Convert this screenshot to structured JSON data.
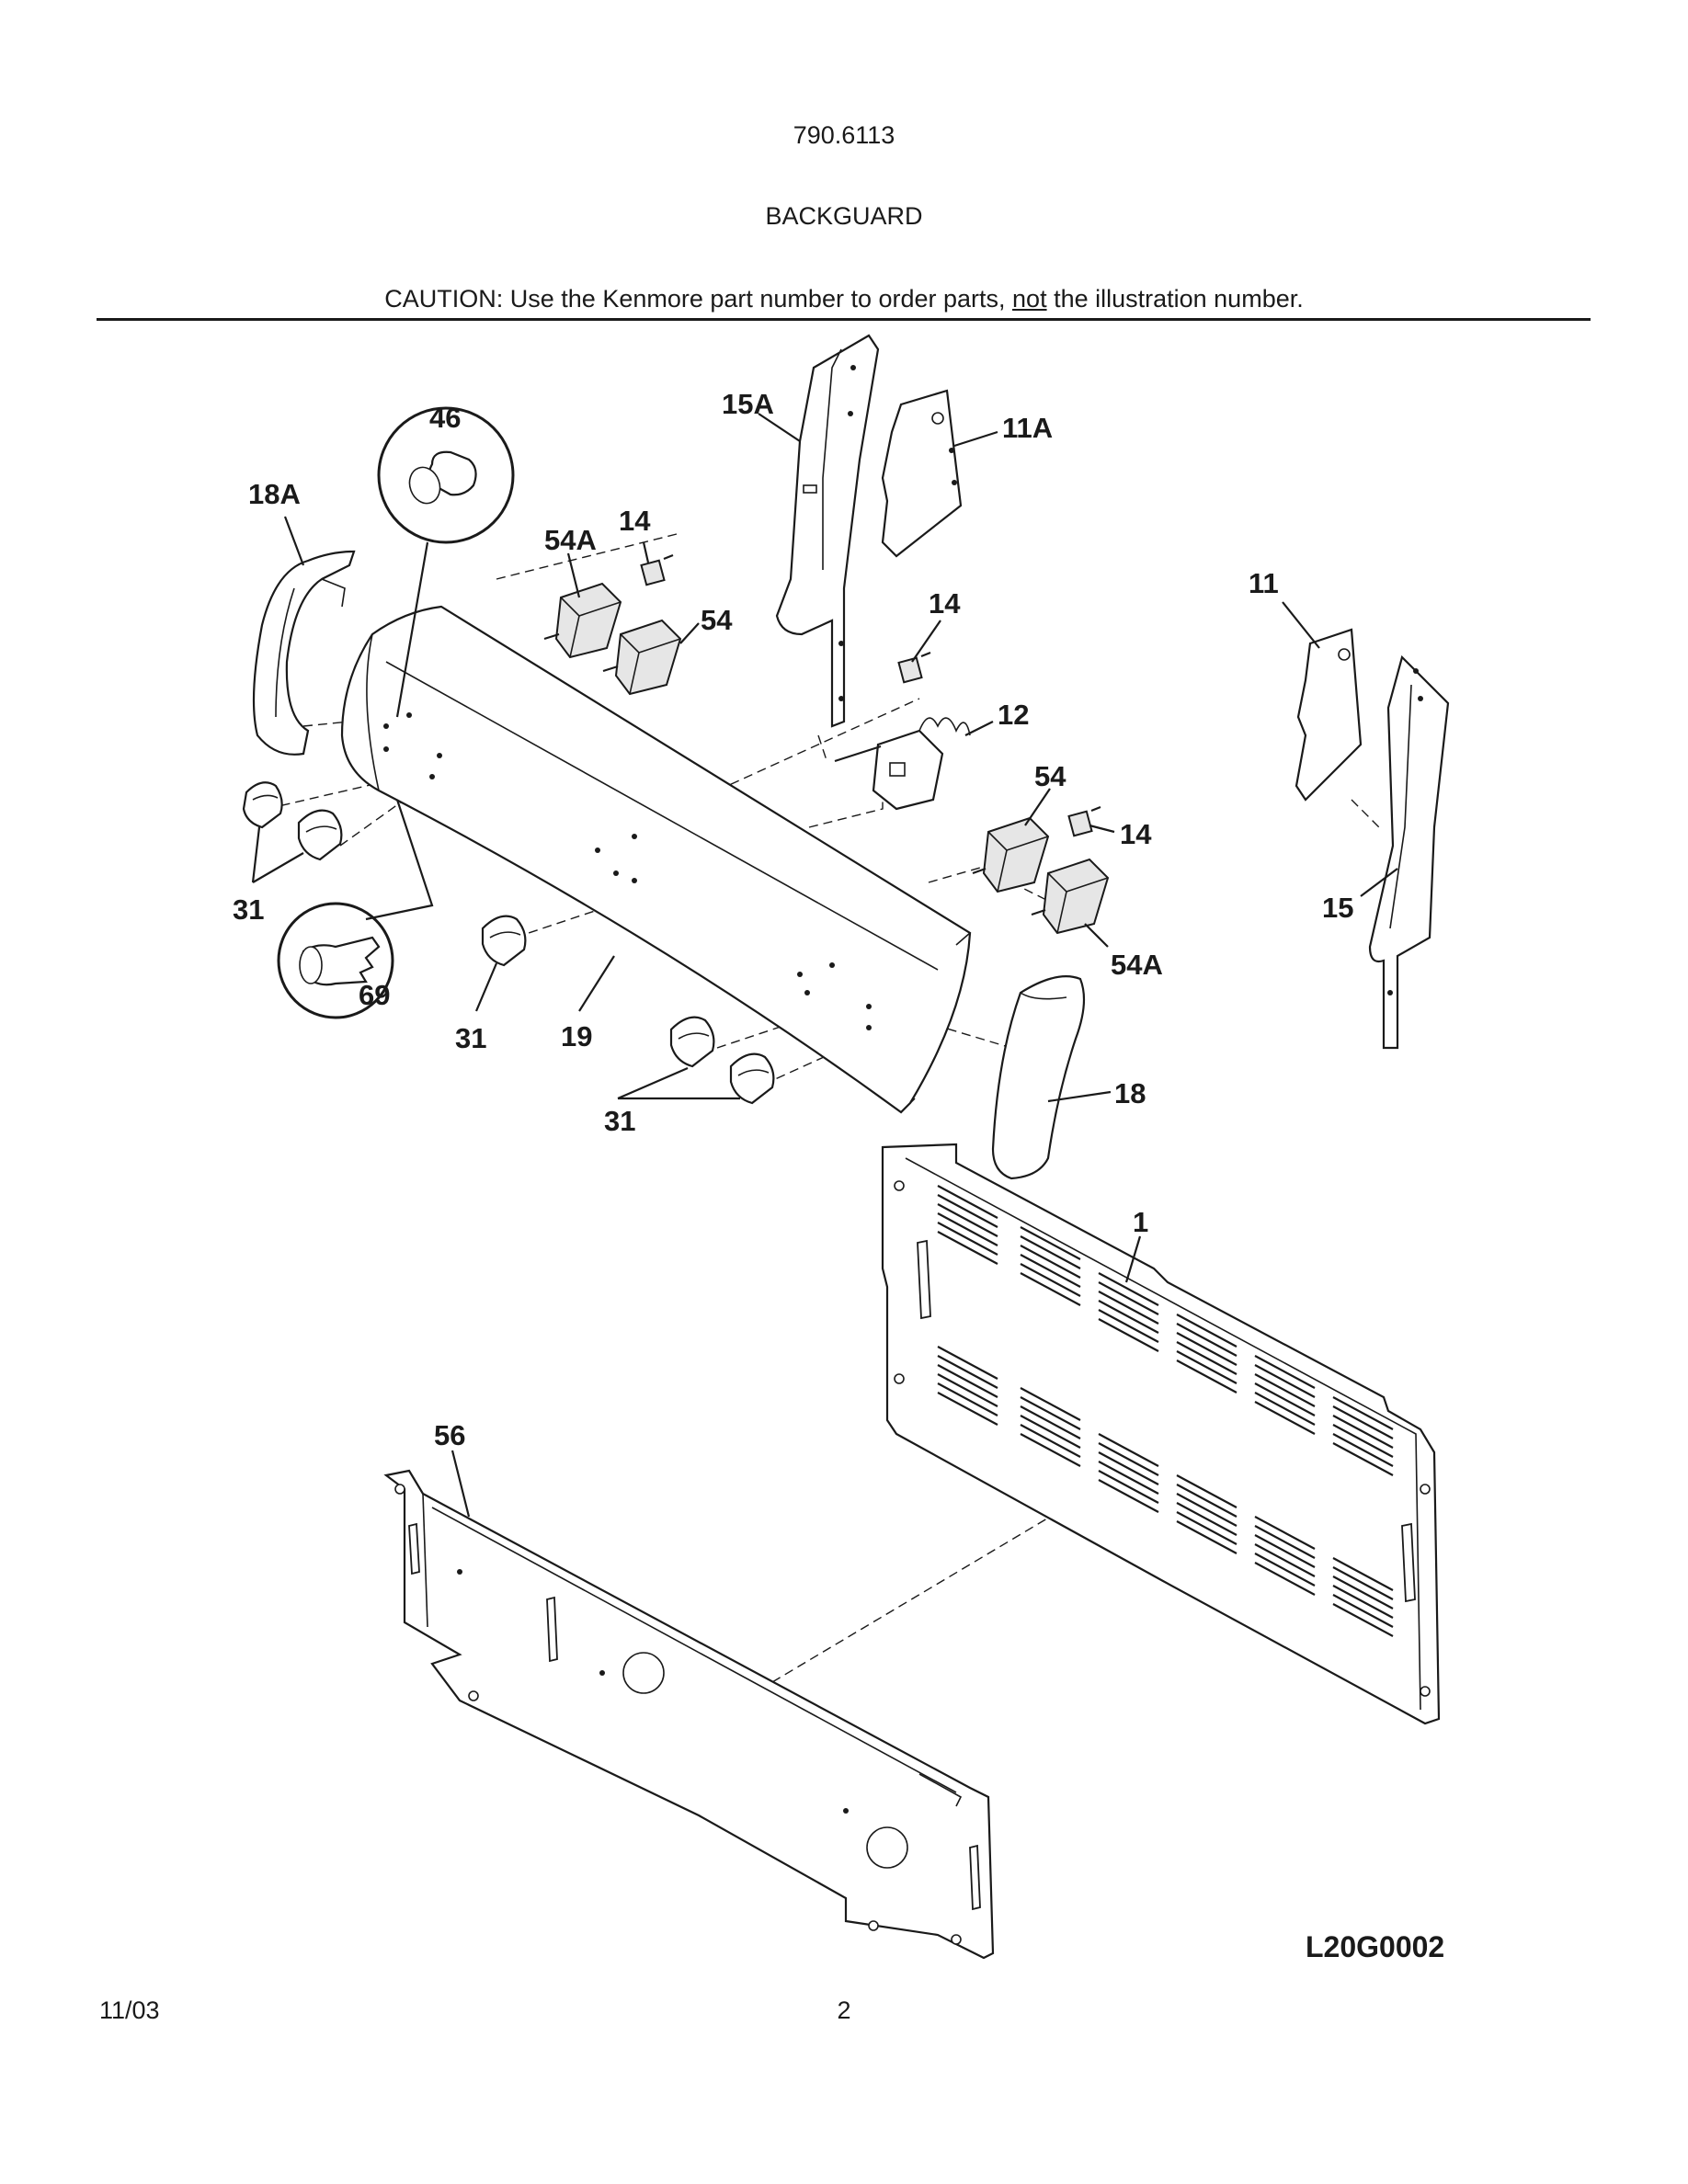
{
  "header": {
    "model": "790.6113",
    "title": "BACKGUARD",
    "caution_prefix": "CAUTION: Use the Kenmore part number to order parts, ",
    "caution_emphasis": "not",
    "caution_suffix": " the illustration number."
  },
  "callouts": {
    "c46": "46",
    "c18A": "18A",
    "c54A_top": "54A",
    "c14_top": "14",
    "c54_top": "54",
    "c15A": "15A",
    "c11A": "11A",
    "c14_mid": "14",
    "c12": "12",
    "c11": "11",
    "c54_mid": "54",
    "c14_right": "14",
    "c15": "15",
    "c54A_mid": "54A",
    "c31_left": "31",
    "c69": "69",
    "c31_mid": "31",
    "c19": "19",
    "c31_bottom": "31",
    "c18": "18",
    "c1": "1",
    "c56": "56"
  },
  "footer": {
    "diagram_code": "L20G0002",
    "date": "11/03",
    "page_number": "2"
  }
}
